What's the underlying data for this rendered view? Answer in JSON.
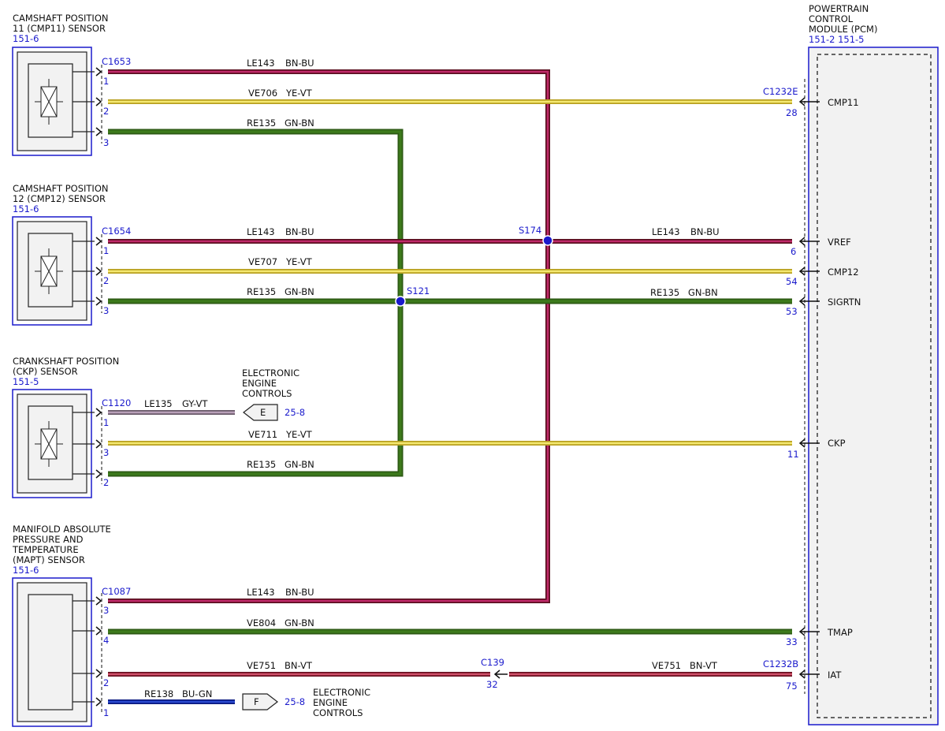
{
  "colors": {
    "BN-BU": {
      "outer": "#5a1020",
      "inner": "#c02a6a"
    },
    "YE-VT": {
      "outer": "#b8a020",
      "inner": "#f4e870"
    },
    "GN-BN": {
      "outer": "#2d5a14",
      "inner": "#3d7a1c"
    },
    "GY-VT": {
      "outer": "#6a5a6a",
      "inner": "#b9a0b9"
    },
    "BN-VT": {
      "outer": "#6a1020",
      "inner": "#d0506a"
    },
    "BU-GN": {
      "outer": "#0a1a80",
      "inner": "#2a4ad0"
    },
    "ref_blue": "#1a1acc",
    "splice": "#1a1acc"
  },
  "components": [
    {
      "id": "cmp11",
      "name_lines": [
        "CAMSHAFT POSITION",
        "11 (CMP11) SENSOR"
      ],
      "ref": "151-6",
      "connector": "C1653"
    },
    {
      "id": "cmp12",
      "name_lines": [
        "CAMSHAFT POSITION",
        "12 (CMP12) SENSOR"
      ],
      "ref": "151-6",
      "connector": "C1654"
    },
    {
      "id": "ckp",
      "name_lines": [
        "CRANKSHAFT POSITION",
        "(CKP) SENSOR"
      ],
      "ref": "151-5",
      "connector": "C1120"
    },
    {
      "id": "mapt",
      "name_lines": [
        "MANIFOLD ABSOLUTE",
        "PRESSURE AND",
        "TEMPERATURE",
        "(MAPT) SENSOR"
      ],
      "ref": "151-6",
      "connector": "C1087"
    }
  ],
  "pcm": {
    "name_lines": [
      "POWERTRAIN",
      "CONTROL",
      "MODULE (PCM)"
    ],
    "refs": "151-2  151-5",
    "connectors": [
      "C1232E",
      "C1232B"
    ],
    "pins": [
      {
        "label": "CMP11",
        "num": "28"
      },
      {
        "label": "VREF",
        "num": "6"
      },
      {
        "label": "CMP12",
        "num": "54"
      },
      {
        "label": "SIGRTN",
        "num": "53"
      },
      {
        "label": "CKP",
        "num": "11"
      },
      {
        "label": "TMAP",
        "num": "33"
      },
      {
        "label": "IAT",
        "num": "75"
      }
    ]
  },
  "inline_connector": {
    "name": "C139",
    "pin": "32"
  },
  "splices": [
    "S174",
    "S121"
  ],
  "wires": [
    {
      "circuit": "LE143",
      "color": "BN-BU",
      "pin": "1"
    },
    {
      "circuit": "VE706",
      "color": "YE-VT",
      "pin": "2"
    },
    {
      "circuit": "RE135",
      "color": "GN-BN",
      "pin": "3"
    },
    {
      "circuit": "LE143",
      "color": "BN-BU",
      "pin": "1"
    },
    {
      "circuit": "LE143",
      "color": "BN-BU"
    },
    {
      "circuit": "VE707",
      "color": "YE-VT",
      "pin": "2"
    },
    {
      "circuit": "RE135",
      "color": "GN-BN",
      "pin": "3"
    },
    {
      "circuit": "RE135",
      "color": "GN-BN"
    },
    {
      "circuit": "LE135",
      "color": "GY-VT",
      "pin": "1"
    },
    {
      "circuit": "VE711",
      "color": "YE-VT",
      "pin": "3"
    },
    {
      "circuit": "RE135",
      "color": "GN-BN",
      "pin": "2"
    },
    {
      "circuit": "LE143",
      "color": "BN-BU",
      "pin": "3"
    },
    {
      "circuit": "VE804",
      "color": "GN-BN",
      "pin": "4"
    },
    {
      "circuit": "VE751",
      "color": "BN-VT",
      "pin": "2"
    },
    {
      "circuit": "VE751",
      "color": "BN-VT"
    },
    {
      "circuit": "RE138",
      "color": "BU-GN",
      "pin": "1"
    }
  ],
  "offpage": [
    {
      "letter": "E",
      "ref": "25-8",
      "name_lines": [
        "ELECTRONIC",
        "ENGINE",
        "CONTROLS"
      ]
    },
    {
      "letter": "F",
      "ref": "25-8",
      "name_lines": [
        "ELECTRONIC",
        "ENGINE",
        "CONTROLS"
      ]
    }
  ]
}
